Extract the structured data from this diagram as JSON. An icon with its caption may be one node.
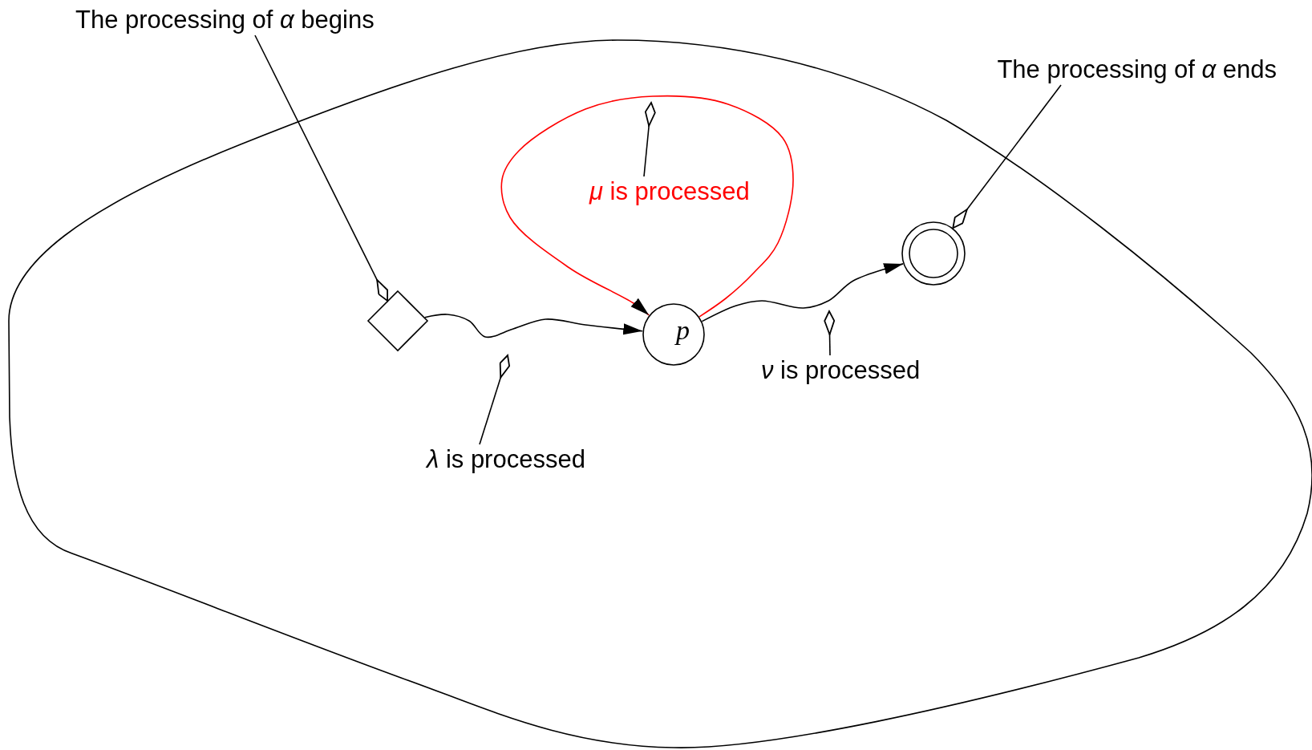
{
  "diagram": {
    "nodes": [
      {
        "text": [],
        "shape": "blob"
      },
      {
        "text": [],
        "shape": "diamond",
        "in": 0
      },
      {
        "text": [
          "p"
        ],
        "in": 0
      },
      {
        "text": [],
        "shape": "circle",
        "in": 0
      },
      {
        "text": [
          "The processing of *α* begins"
        ]
      },
      {
        "text": [
          "The processing of *α* ends"
        ]
      },
      {
        "text": [
          "*λ* is processed"
        ],
        "in": 0
      },
      {
        "text": [
          "*μ* is processed"
        ],
        "in": 0
      },
      {
        "text": [
          "*ν* is processed"
        ],
        "in": 0
      }
    ],
    "edges": [
      {
        "from": 1,
        "to": 2,
        "arrow": "to"
      },
      {
        "from": 2,
        "to": 2,
        "arrow": "to",
        "color": "#ff0000"
      },
      {
        "from": 2,
        "to": 3,
        "arrow": "to"
      },
      {
        "from": 4,
        "to": 1,
        "arrow": "other"
      },
      {
        "from": 5,
        "to": 3,
        "arrow": "other"
      },
      {
        "from": 6,
        "to": null,
        "arrow": "other"
      },
      {
        "from": 7,
        "to": null,
        "arrow": "other"
      },
      {
        "from": 8,
        "to": null,
        "arrow": "other"
      }
    ]
  }
}
